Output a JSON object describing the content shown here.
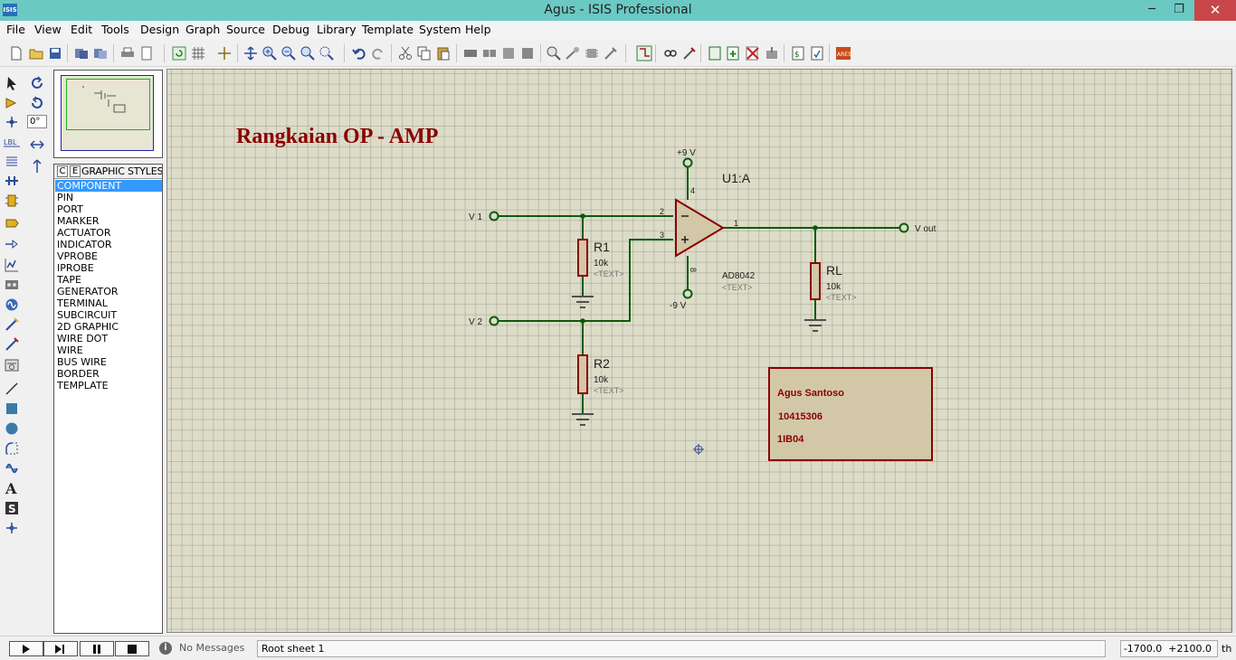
{
  "window": {
    "title": "Agus - ISIS Professional",
    "app_icon_text": "ISIS",
    "minimize": "─",
    "restore": "❐",
    "close": "✕"
  },
  "menu": [
    "File",
    "View",
    "Edit",
    "Tools",
    "Design",
    "Graph",
    "Source",
    "Debug",
    "Library",
    "Template",
    "System",
    "Help"
  ],
  "left_panel": {
    "angle_value": "0°",
    "selector_tabs": [
      "C",
      "E"
    ],
    "selector_title": "GRAPHIC STYLES",
    "selector_items": [
      "COMPONENT",
      "PIN",
      "PORT",
      "MARKER",
      "ACTUATOR",
      "INDICATOR",
      "VPROBE",
      "IPROBE",
      "TAPE",
      "GENERATOR",
      "TERMINAL",
      "SUBCIRCUIT",
      "2D GRAPHIC",
      "WIRE DOT",
      "WIRE",
      "BUS WIRE",
      "BORDER",
      "TEMPLATE"
    ],
    "selected_item": "COMPONENT"
  },
  "schematic": {
    "title": "Rangkaian OP - AMP",
    "inputs": [
      "V 1",
      "V 2"
    ],
    "output": "V out",
    "supply_pos": "+9 V",
    "supply_neg": "-9 V",
    "opamp": {
      "ref": "U1:A",
      "part": "AD8042",
      "text": "<TEXT>",
      "pin_inv": "2",
      "pin_noninv": "3",
      "pin_out": "1",
      "pin_vpos": "4",
      "pin_vneg": "8"
    },
    "resistors": [
      {
        "ref": "R1",
        "value": "10k",
        "text": "<TEXT>"
      },
      {
        "ref": "R2",
        "value": "10k",
        "text": "<TEXT>"
      },
      {
        "ref": "RL",
        "value": "10k",
        "text": "<TEXT>"
      }
    ],
    "info_box": [
      "Agus Santoso",
      "10415306",
      "1IB04"
    ]
  },
  "status": {
    "messages": "No Messages",
    "message_icon": "i",
    "sheet": "Root sheet 1",
    "coord_x": "-1700.0",
    "coord_y": "+2100.0",
    "units": "th"
  },
  "colors": {
    "wire": "#0b5a0b",
    "component": "#8b0000",
    "canvas": "#dcdcc8",
    "title_bar": "#6bc9c4",
    "selection": "#3399ff"
  }
}
